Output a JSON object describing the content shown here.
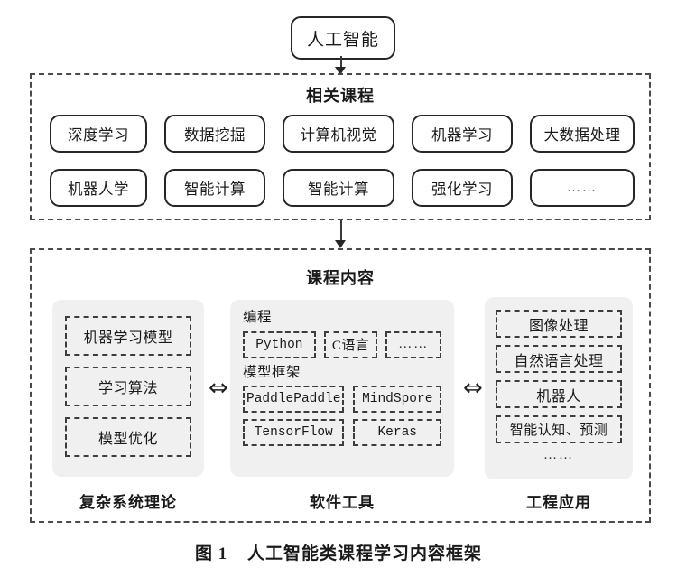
{
  "figure": {
    "caption_number": "图 1",
    "caption_text": "人工智能类课程学习内容框架"
  },
  "root": {
    "label": "人工智能"
  },
  "sections": {
    "related_courses": {
      "title": "相关课程",
      "row1": [
        "深度学习",
        "数据挖掘",
        "计算机视觉",
        "机器学习",
        "大数据处理"
      ],
      "row2": [
        "机器人学",
        "智能计算",
        "智能计算",
        "强化学习",
        "……"
      ]
    },
    "course_content": {
      "title": "课程内容",
      "panels": [
        {
          "caption": "复杂系统理论",
          "items": [
            "机器学习模型",
            "学习算法",
            "模型优化"
          ]
        },
        {
          "caption": "软件工具",
          "groups": [
            {
              "label": "编程",
              "items": [
                "Python",
                "C语言",
                "……"
              ]
            },
            {
              "label": "模型框架",
              "items": [
                "PaddlePaddle",
                "MindSpore",
                "TensorFlow",
                "Keras"
              ]
            }
          ]
        },
        {
          "caption": "工程应用",
          "items": [
            "图像处理",
            "自然语言处理",
            "机器人",
            "智能认知、预测"
          ],
          "ellipsis": "……"
        }
      ]
    }
  },
  "connectors": {
    "root_to_courses": "down-arrow",
    "courses_to_content": "down-arrow",
    "panel_link_left": "⇔",
    "panel_link_right": "⇔"
  },
  "colors": {
    "line": "#262626",
    "panel_fill": "#f0f0f0",
    "background": "#ffffff"
  }
}
